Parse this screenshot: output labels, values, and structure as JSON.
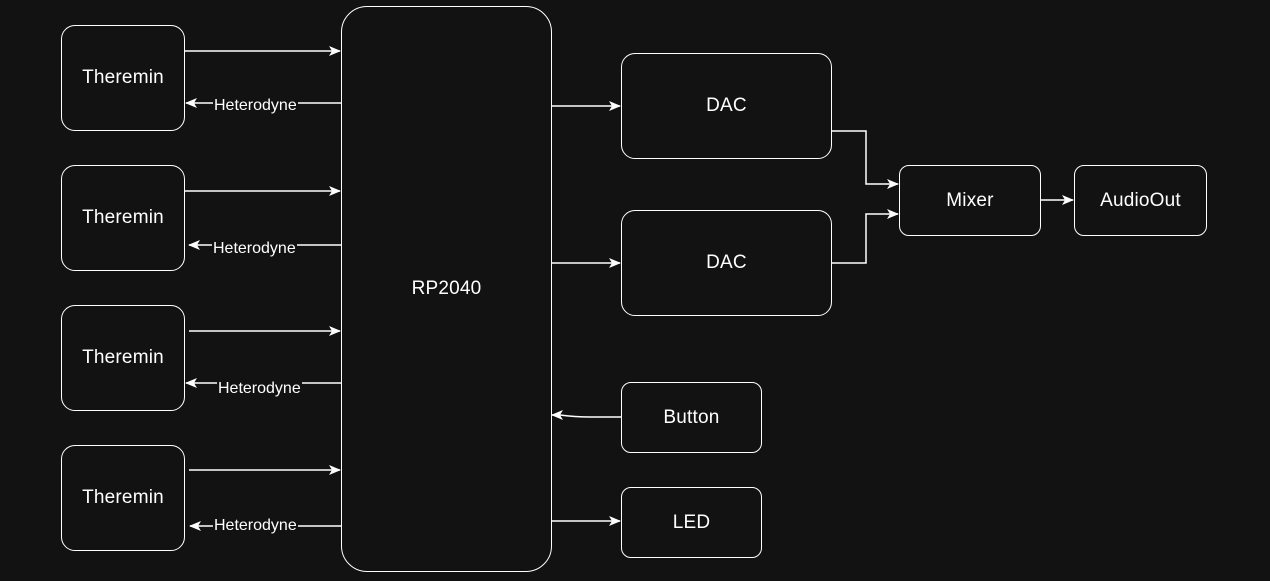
{
  "colors": {
    "background": "#121212",
    "stroke": "#ffffff",
    "text": "#ffffff"
  },
  "nodes": {
    "theremin_1": "Theremin",
    "theremin_2": "Theremin",
    "theremin_3": "Theremin",
    "theremin_4": "Theremin",
    "mcu": "RP2040",
    "dac_1": "DAC",
    "dac_2": "DAC",
    "mixer": "Mixer",
    "audio_out": "AudioOut",
    "button": "Button",
    "led": "LED"
  },
  "edge_labels": {
    "heterodyne_1": "Heterodyne",
    "heterodyne_2": "Heterodyne",
    "heterodyne_3": "Heterodyne",
    "heterodyne_4": "Heterodyne"
  }
}
